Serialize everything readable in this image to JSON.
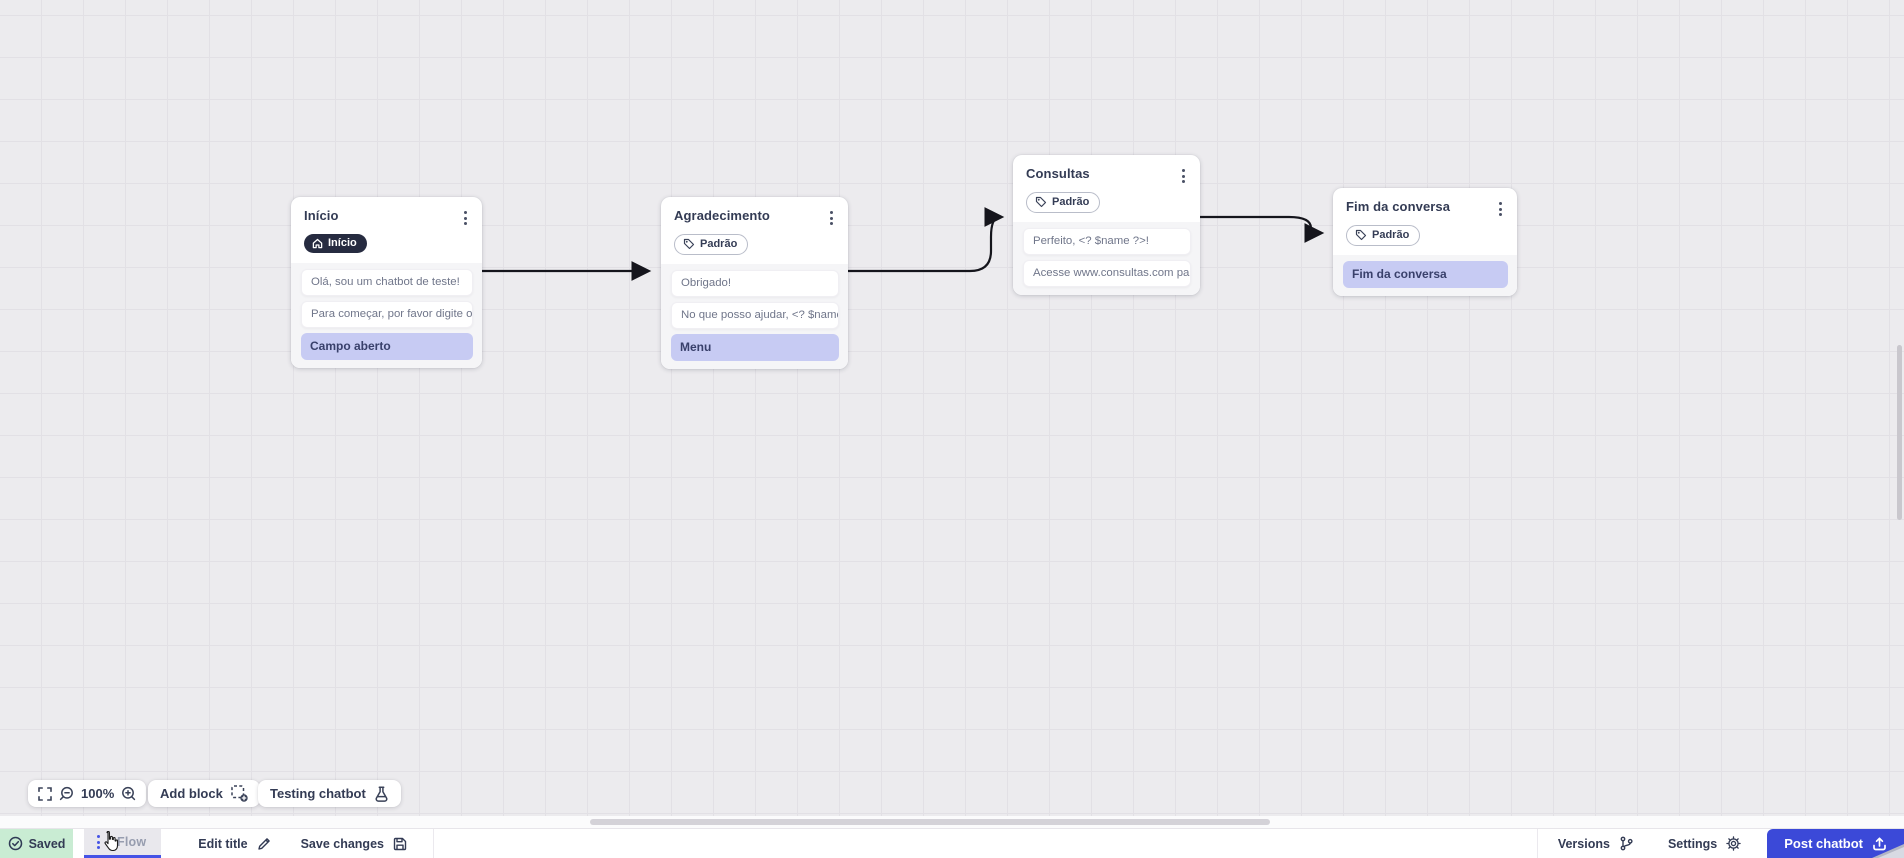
{
  "canvas": {
    "nodes": [
      {
        "title": "Início",
        "badge": "Início",
        "badge_type": "start",
        "messages": [
          "Olá, sou um chatbot de teste!",
          "Para começar, por favor digite o ..."
        ],
        "action": "Campo aberto"
      },
      {
        "title": "Agradecimento",
        "badge": "Padrão",
        "badge_type": "default",
        "messages": [
          "Obrigado!",
          "No que posso ajudar, <? $name ..."
        ],
        "action": "Menu"
      },
      {
        "title": "Consultas",
        "badge": "Padrão",
        "badge_type": "default",
        "messages": [
          "Perfeito, <? $name ?>!",
          "Acesse www.consultas.com par..."
        ]
      },
      {
        "title": "Fim da conversa",
        "badge": "Padrão",
        "badge_type": "default",
        "messages": [],
        "action": "Fim da conversa"
      }
    ]
  },
  "toolbar": {
    "zoom_level": "100%",
    "add_block_label": "Add block",
    "testing_label": "Testing chatbot"
  },
  "statusbar": {
    "saved_label": "Saved",
    "flow_tab_label": "Flow",
    "edit_title_label": "Edit title",
    "save_changes_label": "Save changes",
    "versions_label": "Versions",
    "settings_label": "Settings",
    "post_button_label": "Post chatbot"
  },
  "icons": {
    "start_badge": "home-icon",
    "default_badge": "tag-icon",
    "node_menu": "kebab-icon",
    "toolbar": [
      "fit-screen-icon",
      "zoom-out-icon",
      "zoom-in-icon",
      "add-block-icon",
      "flask-icon"
    ],
    "statusbar": [
      "check-circle-icon",
      "kebab-icon",
      "pencil-icon",
      "save-icon",
      "branch-icon",
      "gear-icon",
      "upload-icon"
    ]
  },
  "colors": {
    "accent_blue": "#3b49d8",
    "tab_underline": "#4553e6",
    "saved_green_bg": "#c9ecd3",
    "action_highlight": "#c7cbf3",
    "canvas_bg": "#ecebee",
    "wire": "#15151c",
    "start_badge_bg": "#262b40"
  }
}
